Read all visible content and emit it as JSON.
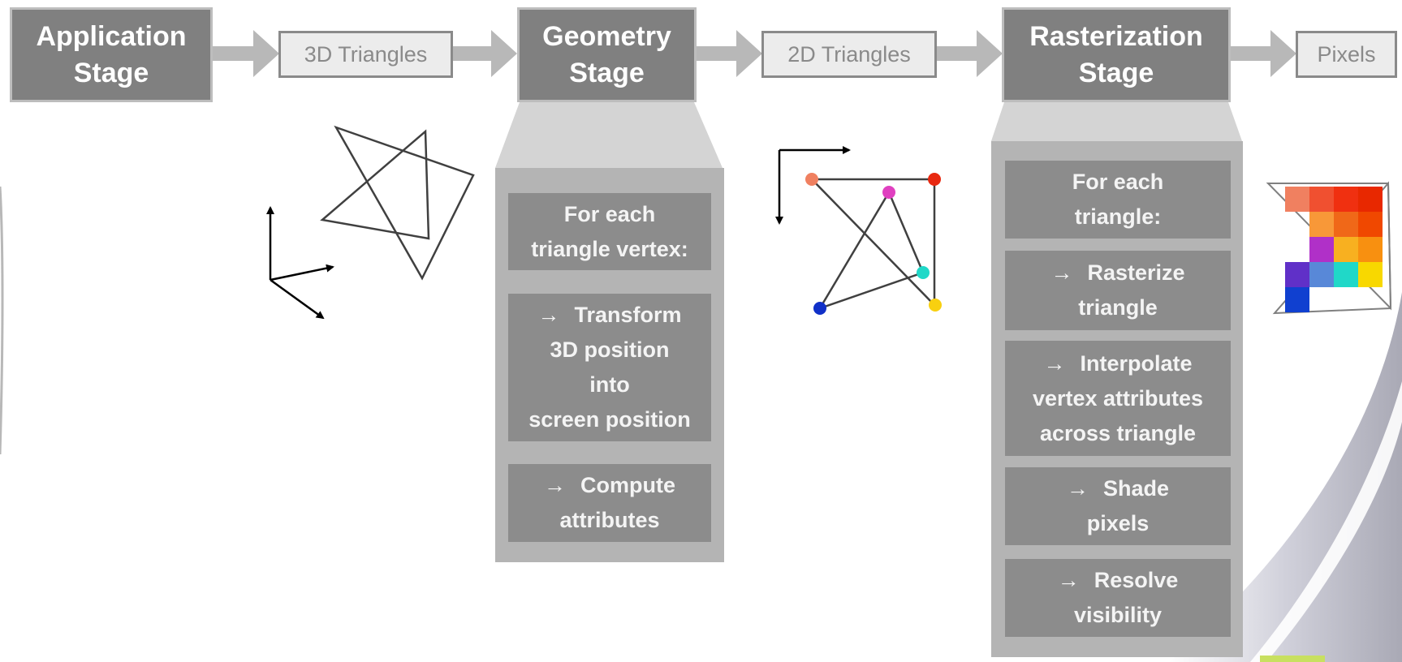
{
  "pipeline": {
    "stages": [
      {
        "id": "application",
        "lines": [
          "Application",
          "Stage"
        ]
      },
      {
        "id": "geometry",
        "lines": [
          "Geometry",
          "Stage"
        ]
      },
      {
        "id": "rasterization",
        "lines": [
          "Rasterization",
          "Stage"
        ]
      }
    ],
    "data_flow": [
      "3D Triangles",
      "2D Triangles",
      "Pixels"
    ]
  },
  "geometry_panel": {
    "header": [
      "For each",
      "triangle vertex:"
    ],
    "steps": [
      {
        "arrow": "→",
        "lines": [
          "Transform",
          "3D position",
          "into",
          "screen position"
        ]
      },
      {
        "arrow": "→",
        "lines": [
          "Compute",
          "attributes"
        ]
      }
    ]
  },
  "rasterization_panel": {
    "header": [
      "For each",
      "triangle:"
    ],
    "steps": [
      {
        "arrow": "→",
        "lines": [
          "Rasterize",
          "triangle"
        ]
      },
      {
        "arrow": "→",
        "lines": [
          "Interpolate",
          "vertex attributes",
          "across triangle"
        ]
      },
      {
        "arrow": "→",
        "lines": [
          "Shade",
          "pixels"
        ]
      },
      {
        "arrow": "→",
        "lines": [
          "Resolve",
          "visibility"
        ]
      }
    ]
  },
  "vertex_colors": [
    "#f08060",
    "#e82810",
    "#e040c0",
    "#20d8c8",
    "#1030c8",
    "#f8d010"
  ],
  "pixel_colors": [
    "#f08060",
    "#f05030",
    "#f03010",
    "#e82800",
    "#f89838",
    "#f06818",
    "#f04800",
    "#b030c8",
    "#f8b020",
    "#f89010",
    "#6030c8",
    "#5888d8",
    "#20d8c8",
    "#f8d800",
    "#1040d0"
  ],
  "colors": {
    "stage": "#808080",
    "panel": "#b4b4b4",
    "step": "#8c8c8c",
    "flow_arrow": "#b8b8b8"
  }
}
